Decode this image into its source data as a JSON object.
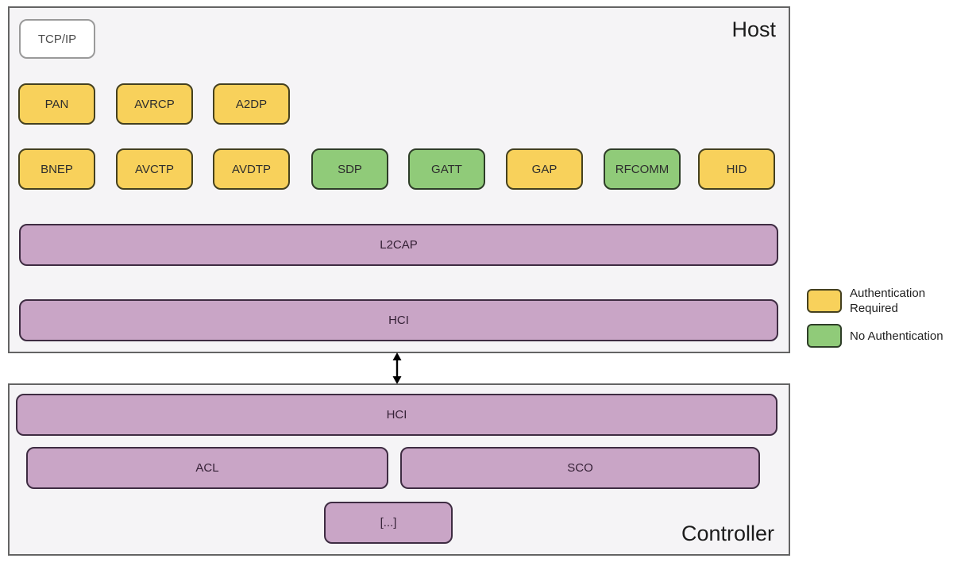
{
  "host": {
    "label": "Host",
    "tcpip": {
      "label": "TCP/IP"
    },
    "profile_row": [
      {
        "label": "PAN",
        "auth": "required"
      },
      {
        "label": "AVRCP",
        "auth": "required"
      },
      {
        "label": "A2DP",
        "auth": "required"
      }
    ],
    "protocol_row": [
      {
        "label": "BNEP",
        "auth": "required"
      },
      {
        "label": "AVCTP",
        "auth": "required"
      },
      {
        "label": "AVDTP",
        "auth": "required"
      },
      {
        "label": "SDP",
        "auth": "none"
      },
      {
        "label": "GATT",
        "auth": "none"
      },
      {
        "label": "GAP",
        "auth": "required"
      },
      {
        "label": "RFCOMM",
        "auth": "none"
      },
      {
        "label": "HID",
        "auth": "required"
      }
    ],
    "l2cap": {
      "label": "L2CAP"
    },
    "hci": {
      "label": "HCI"
    }
  },
  "controller": {
    "label": "Controller",
    "hci": {
      "label": "HCI"
    },
    "acl": {
      "label": "ACL"
    },
    "sco": {
      "label": "SCO"
    },
    "more": {
      "label": "[...]"
    }
  },
  "legend": {
    "items": [
      {
        "label": "Authentication Required",
        "swatch": "auth-required"
      },
      {
        "label": "No Authentication",
        "swatch": "no-authentication"
      }
    ]
  },
  "colors": {
    "auth_required_fill": "#f8d15b",
    "auth_required_border": "#44401f",
    "no_auth_fill": "#90cb79",
    "no_auth_border": "#2e3d28",
    "transport_fill": "#c9a5c6",
    "transport_border": "#3e2c42",
    "container_fill": "#f5f4f6",
    "container_border": "#646464",
    "arrow": "#000000"
  }
}
